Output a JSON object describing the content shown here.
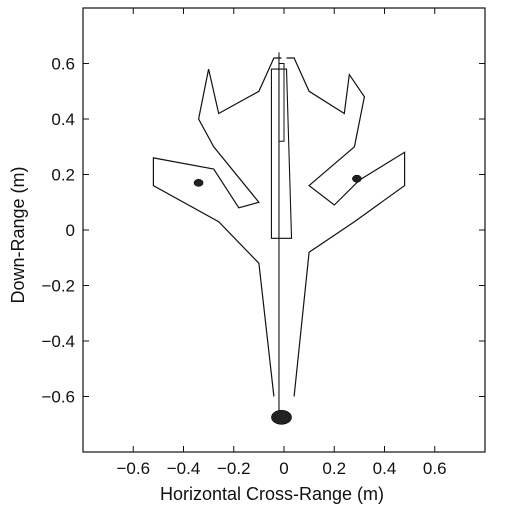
{
  "chart_data": {
    "type": "scatter",
    "title": "",
    "xlabel": "Horizontal Cross-Range (m)",
    "ylabel": "Down-Range (m)",
    "xlim": [
      -0.8,
      0.8
    ],
    "ylim": [
      -0.8,
      0.8
    ],
    "xticks": [
      -0.6,
      -0.4,
      -0.2,
      0,
      0.2,
      0.4,
      0.6
    ],
    "yticks": [
      -0.6,
      -0.4,
      -0.2,
      0,
      0.2,
      0.4,
      0.6
    ],
    "xtick_labels": [
      "−0.6",
      "−0.4",
      "−0.2",
      "0",
      "0.2",
      "0.4",
      "0.6"
    ],
    "ytick_labels": [
      "−0.6",
      "−0.4",
      "−0.2",
      "0",
      "0.2",
      "0.4",
      "0.6"
    ],
    "grid": false,
    "series": [
      {
        "name": "",
        "points": [
          {
            "x": -0.34,
            "y": 0.17,
            "size": "small"
          },
          {
            "x": 0.29,
            "y": 0.185,
            "size": "small"
          },
          {
            "x": -0.01,
            "y": -0.675,
            "size": "large"
          }
        ]
      }
    ],
    "outline": {
      "description": "aircraft silhouette (top view)",
      "fuselage_left": [
        [
          -0.035,
          0.62
        ],
        [
          -0.02,
          0.62
        ],
        [
          -0.035,
          0.24
        ],
        [
          -0.04,
          -0.1
        ]
      ],
      "left_wing": [
        [
          -0.01,
          0.62
        ],
        [
          -0.04,
          0.62
        ],
        [
          -0.1,
          0.5
        ],
        [
          -0.26,
          0.42
        ],
        [
          -0.3,
          0.58
        ],
        [
          -0.34,
          0.4
        ],
        [
          -0.28,
          0.3
        ],
        [
          -0.1,
          0.1
        ],
        [
          -0.18,
          0.08
        ],
        [
          -0.28,
          0.22
        ],
        [
          -0.52,
          0.26
        ],
        [
          -0.52,
          0.16
        ],
        [
          -0.26,
          0.03
        ],
        [
          -0.1,
          -0.12
        ],
        [
          -0.04,
          -0.6
        ]
      ],
      "right_wing": [
        [
          0.01,
          0.62
        ],
        [
          0.04,
          0.62
        ],
        [
          0.1,
          0.5
        ],
        [
          0.24,
          0.42
        ],
        [
          0.26,
          0.56
        ],
        [
          0.32,
          0.48
        ],
        [
          0.28,
          0.3
        ],
        [
          0.1,
          0.16
        ],
        [
          0.2,
          0.09
        ],
        [
          0.3,
          0.18
        ],
        [
          0.48,
          0.28
        ],
        [
          0.48,
          0.16
        ],
        [
          0.28,
          0.03
        ],
        [
          0.1,
          -0.08
        ],
        [
          0.04,
          -0.6
        ]
      ]
    }
  }
}
